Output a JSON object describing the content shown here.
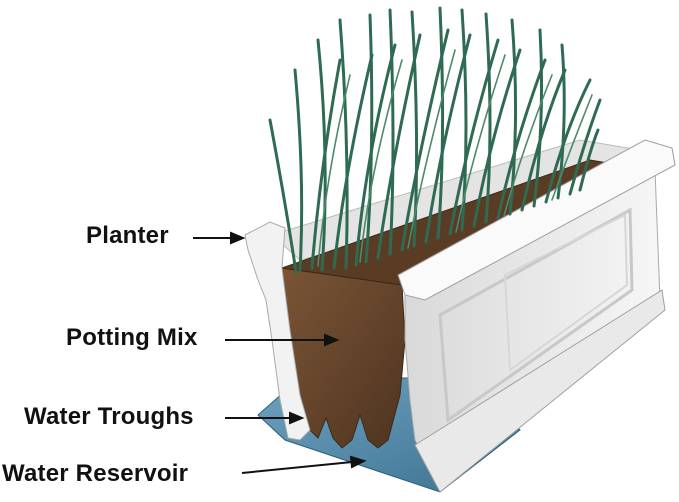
{
  "callouts": {
    "planter": "Planter",
    "potting_mix": "Potting Mix",
    "water_troughs": "Water Troughs",
    "water_reservoir": "Water Reservoir"
  },
  "colors": {
    "planter_white": "#f4f4f4",
    "soil": "#6b4a2e",
    "water": "#4e87a8",
    "grass": "#2f6b52",
    "label_text": "#111111"
  },
  "illustration": {
    "subject": "planter-cross-section",
    "foliage": "grass-blades"
  }
}
